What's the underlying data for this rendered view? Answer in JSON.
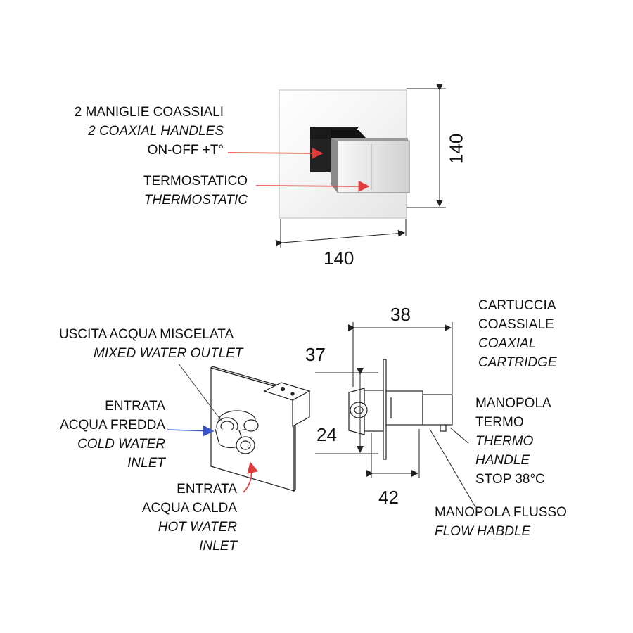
{
  "colors": {
    "arrow_red": "#e03a3a",
    "arrow_blue": "#3a55c8",
    "line": "#222222"
  },
  "top_view": {
    "handles_it": "2 MANIGLIE COASSIALI",
    "handles_en": "2 COAXIAL HANDLES",
    "handles_fn": "ON-OFF +T°",
    "thermo_it": "TERMOSTATICO",
    "thermo_en": "THERMOSTATIC",
    "dim_height": "140",
    "dim_width": "140"
  },
  "iso_view": {
    "outlet_it": "USCITA ACQUA MISCELATA",
    "outlet_en": "MIXED WATER OUTLET",
    "cold_it_1": "ENTRATA",
    "cold_it_2": "ACQUA FREDDA",
    "cold_en_1": "COLD WATER",
    "cold_en_2": "INLET",
    "hot_it_1": "ENTRATA",
    "hot_it_2": "ACQUA CALDA",
    "hot_en_1": "HOT WATER",
    "hot_en_2": "INLET"
  },
  "side_view": {
    "dim_38": "38",
    "dim_37": "37",
    "dim_24": "24",
    "dim_42": "42",
    "cartridge_it_1": "CARTUCCIA",
    "cartridge_it_2": "COASSIALE",
    "cartridge_en_1": "COAXIAL",
    "cartridge_en_2": "CARTRIDGE",
    "thermo_handle_it_1": "MANOPOLA",
    "thermo_handle_it_2": "TERMO",
    "thermo_handle_en_1": "THERMO",
    "thermo_handle_en_2": "HANDLE",
    "stop_label": "STOP 38°C",
    "flow_it": "MANOPOLA FLUSSO",
    "flow_en": "FLOW HABDLE"
  }
}
